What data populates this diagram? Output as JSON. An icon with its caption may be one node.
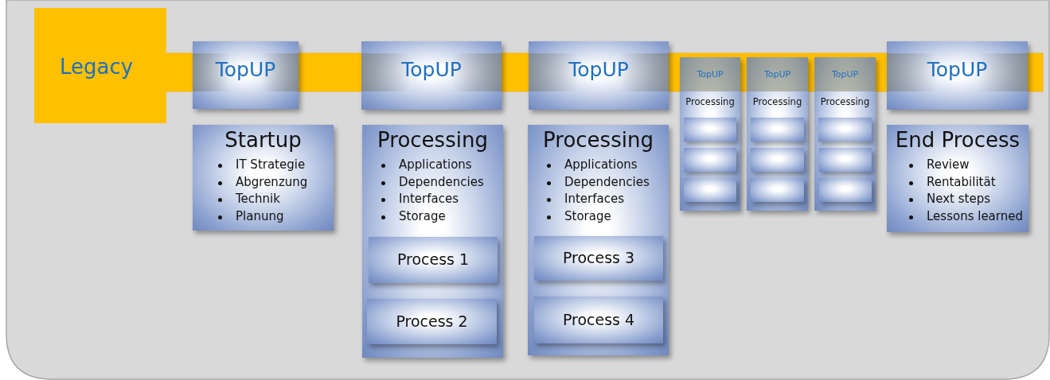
{
  "diagram": {
    "nodes": [
      {
        "text": [
          "Legacy"
        ]
      },
      {
        "text": [
          "TopUP"
        ]
      },
      {
        "text": [
          "Startup",
          "IT Strategie",
          "Abgrenzung",
          "Technik",
          "Planung"
        ]
      },
      {
        "text": [
          "TopUP"
        ]
      },
      {
        "text": [
          "Processing",
          "Applications",
          "Dependencies",
          "Interfaces",
          "Storage"
        ]
      },
      {
        "text": [
          "Process 1"
        ],
        "in": 4
      },
      {
        "text": [
          "Process 2"
        ],
        "in": 4
      },
      {
        "text": [
          "TopUP"
        ]
      },
      {
        "text": [
          "Processing",
          "Applications",
          "Dependencies",
          "Interfaces",
          "Storage"
        ]
      },
      {
        "text": [
          "Process 3"
        ],
        "in": 8
      },
      {
        "text": [
          "Process 4"
        ],
        "in": 8
      },
      {
        "text": [
          "TopUP",
          "Processing"
        ]
      },
      {
        "text": [],
        "shape": "box",
        "in": 11
      },
      {
        "text": [],
        "shape": "box",
        "in": 11
      },
      {
        "text": [],
        "shape": "box",
        "in": 11
      },
      {
        "text": [
          "TopUP",
          "Processing"
        ]
      },
      {
        "text": [],
        "shape": "box",
        "in": 15
      },
      {
        "text": [],
        "shape": "box",
        "in": 15
      },
      {
        "text": [],
        "shape": "box",
        "in": 15
      },
      {
        "text": [
          "TopUP",
          "Processing"
        ]
      },
      {
        "text": [],
        "shape": "box",
        "in": 19
      },
      {
        "text": [],
        "shape": "box",
        "in": 19
      },
      {
        "text": [],
        "shape": "box",
        "in": 19
      },
      {
        "text": [
          "TopUP"
        ]
      },
      {
        "text": [
          "End Process",
          "Review",
          "Rentabilität",
          "Next steps",
          "Lessons learned"
        ]
      }
    ]
  }
}
